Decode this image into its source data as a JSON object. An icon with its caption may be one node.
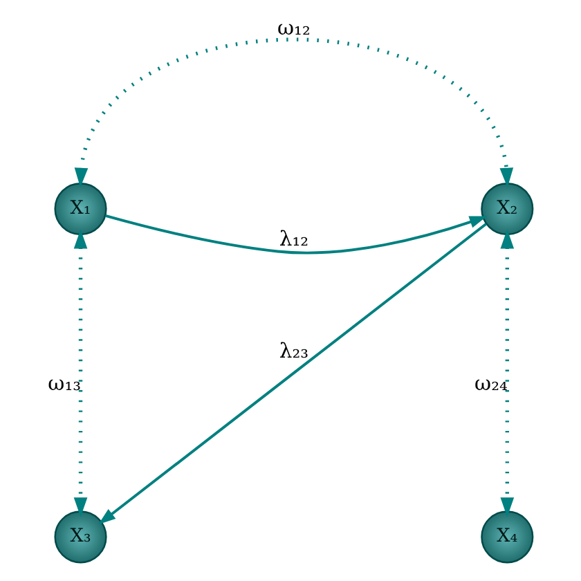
{
  "diagram": {
    "nodes": [
      {
        "text": [
          "X₁"
        ]
      },
      {
        "text": [
          "X₂"
        ]
      },
      {
        "text": [
          "X₃"
        ]
      },
      {
        "text": [
          "X₄"
        ]
      }
    ],
    "edges": [
      {
        "from": 0,
        "to": 1,
        "arrow": "both",
        "label": "ω₁₂",
        "style": "dashed"
      },
      {
        "from": 0,
        "to": 1,
        "arrow": "to",
        "label": "λ₁₂"
      },
      {
        "from": 1,
        "to": 2,
        "arrow": "to",
        "label": "λ₂₃"
      },
      {
        "from": 0,
        "to": 2,
        "arrow": "both",
        "label": "ω₁₃",
        "style": "dashed"
      },
      {
        "from": 1,
        "to": 3,
        "arrow": "both",
        "label": "ω₂₄",
        "style": "dashed"
      }
    ]
  }
}
